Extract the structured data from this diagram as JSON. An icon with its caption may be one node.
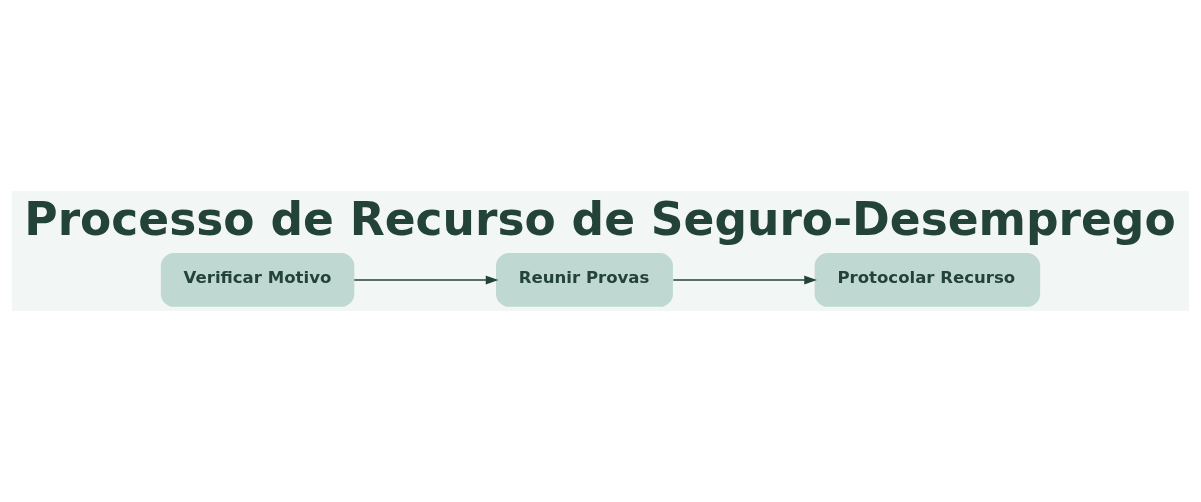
{
  "diagram": {
    "title": "Processo de Recurso de Seguro-Desemprego",
    "nodes": [
      {
        "text": [
          "Verificar Motivo"
        ]
      },
      {
        "text": [
          "Reunir Provas"
        ]
      },
      {
        "text": [
          "Protocolar Recurso"
        ]
      }
    ],
    "edges": [
      {
        "from": 0,
        "to": 1,
        "arrow": "to"
      },
      {
        "from": 1,
        "to": 2,
        "arrow": "to"
      }
    ]
  }
}
